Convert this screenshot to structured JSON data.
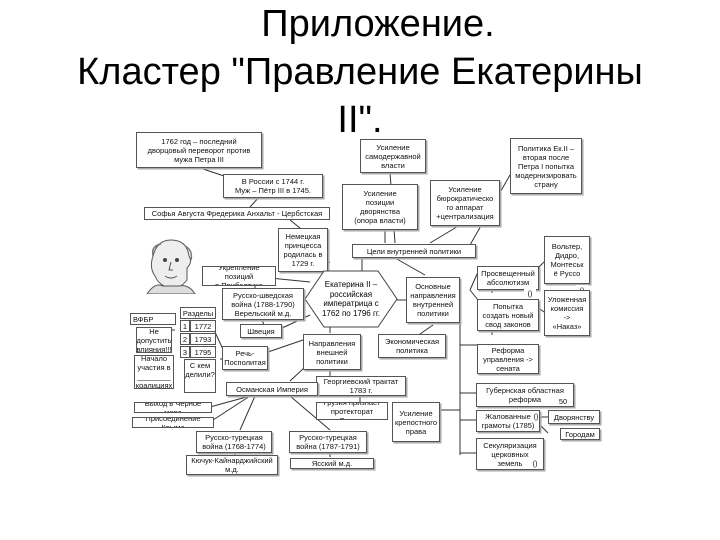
{
  "title": {
    "line1": "Приложение.",
    "line2": "Кластер \"Правление Екатерины",
    "line3": "II\"."
  },
  "nodes": {
    "coup": "1762 год – последний\nдворцовый переворот против\nмужа Петра III",
    "russia1744": "В России с 1744 г.\nМуж – Пётр III в 1745.",
    "sofia": "Софья Августа Фредерика Анхальт - Цербстская",
    "german": "Немецкая\nпринцесса\nродилась в\n1729 г.",
    "autocracy": "Усиление\nсамодержавной\nвласти",
    "nobility": "Усиление\nпозиции\nдворянства\n(опора власти)",
    "bureaucracy": "Усиление\nбюрократическо\nго аппарат\n+централизация",
    "policy_peter": "Политика Ек.II –\nвторая после\nПетра I попытка\nмодернизировать\nстрану",
    "goals": "Цели внутренней политики",
    "center": "Екатерина II –\nроссийская\nимператрица с\n1762 по 1796 гг.",
    "baltic": "Укрепление позиций\nв Прибалтике",
    "swedish_war": "Русско-шведская\nвойна (1788-1790)\nВерельский м.д.",
    "sweden": "Швеция",
    "foreign": "Направления\nвнешней\nполитики",
    "inner_dirs": "Основные\nнаправления\nвнутренней\nполитики",
    "economic": "Экономическая\nполитика",
    "enlightened": "Просвещенный\nабсолютизм",
    "voltaire": "Вольтер,\nДидро,\nМонтеськ\nё Руссо",
    "codify": "Попытка\nсоздать новый\nсвод законов",
    "commission": "Уложенная\nкомиссия\n->\n«Наказ»",
    "senate": "Реформа\nуправления ->\nсената",
    "gubernia": "Губернская  областная\nреформа",
    "gubernia_num": "50",
    "charters": "Жалованные\nграмоты (1785)",
    "to_nobility": "Дворянству",
    "to_towns": "Городам",
    "secular": "Секуляризация\nцерковных\nземель",
    "serfdom": "Усиление\nкрепостного\nправа",
    "georgievsk": "Георгиевский трактат\n1783 г.",
    "georgia": "Грузия признает\nпротекторат России",
    "rzeczpospolita": "Речь-\nПосполитая",
    "partitions_label": "Разделы",
    "partitions": [
      "1772",
      "1793",
      "1795"
    ],
    "partitions_idx": [
      "1",
      "2",
      "3"
    ],
    "who_divided": "С кем\nделили?",
    "vfbr": "ВФБР",
    "not_allow": "Не\nдопустить\nвлияния!!!",
    "coalitions": "Начало\nучастия в\n________\nкоалициях",
    "ottoman": "Османская Империя",
    "black_sea": "Выход в Черное море",
    "crimea": "Присоединение Крыма",
    "turkish1": "Русско-турецкая\nвойна (1768-1774)",
    "turkish2": "Русско-турецкая\nвойна (1787-1791)",
    "kuchuk": "Кючук-Кайнарджийский\nм.д.",
    "jassy": "Ясский м.д.",
    "paren": "()"
  }
}
